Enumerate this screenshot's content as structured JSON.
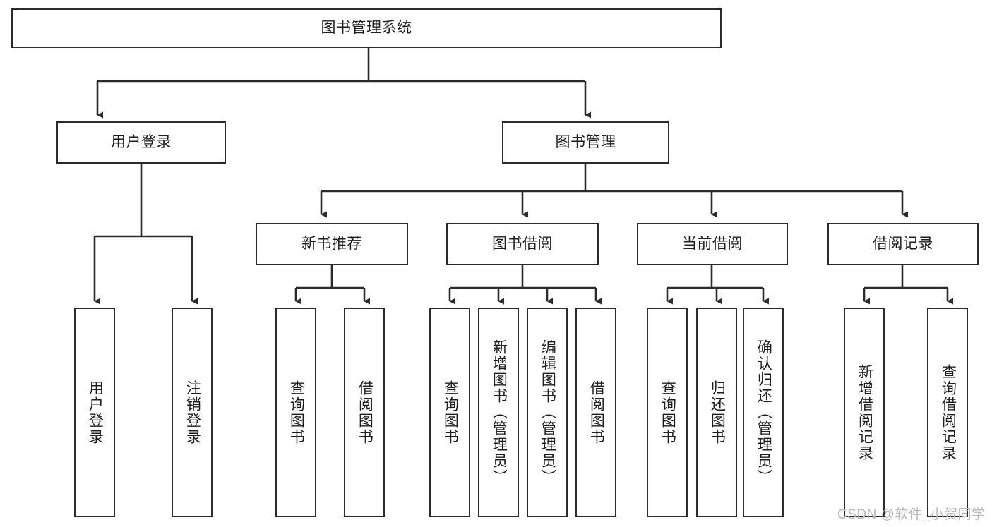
{
  "diagram": {
    "title": "图书管理系统",
    "type": "tree-hierarchy-chart",
    "line_color": "#2b2b2b",
    "box_fill": "#ffffff",
    "text_color": "#1f1f1f"
  },
  "nodes": {
    "root": {
      "label": "图书管理系统"
    },
    "level2": [
      {
        "label": "用户登录"
      },
      {
        "label": "图书管理"
      }
    ],
    "level3": [
      {
        "label": "新书推荐"
      },
      {
        "label": "图书借阅"
      },
      {
        "label": "当前借阅"
      },
      {
        "label": "借阅记录"
      }
    ],
    "leaves": {
      "user_login": [
        {
          "label": "用户登录"
        },
        {
          "label": "注销登录"
        }
      ],
      "new_book_rec": [
        {
          "label": "查询图书"
        },
        {
          "label": "借阅图书"
        }
      ],
      "book_borrow": [
        {
          "label": "查询图书"
        },
        {
          "label": "新增图书（管理员）"
        },
        {
          "label": "编辑图书（管理员）"
        },
        {
          "label": "借阅图书"
        }
      ],
      "current_borrow": [
        {
          "label": "查询图书"
        },
        {
          "label": "归还图书"
        },
        {
          "label": "确认归还（管理员）"
        }
      ],
      "borrow_record": [
        {
          "label": "新增借阅记录"
        },
        {
          "label": "查询借阅记录"
        }
      ]
    }
  },
  "watermark": {
    "text": "CSDN @软件_小贺同学"
  }
}
